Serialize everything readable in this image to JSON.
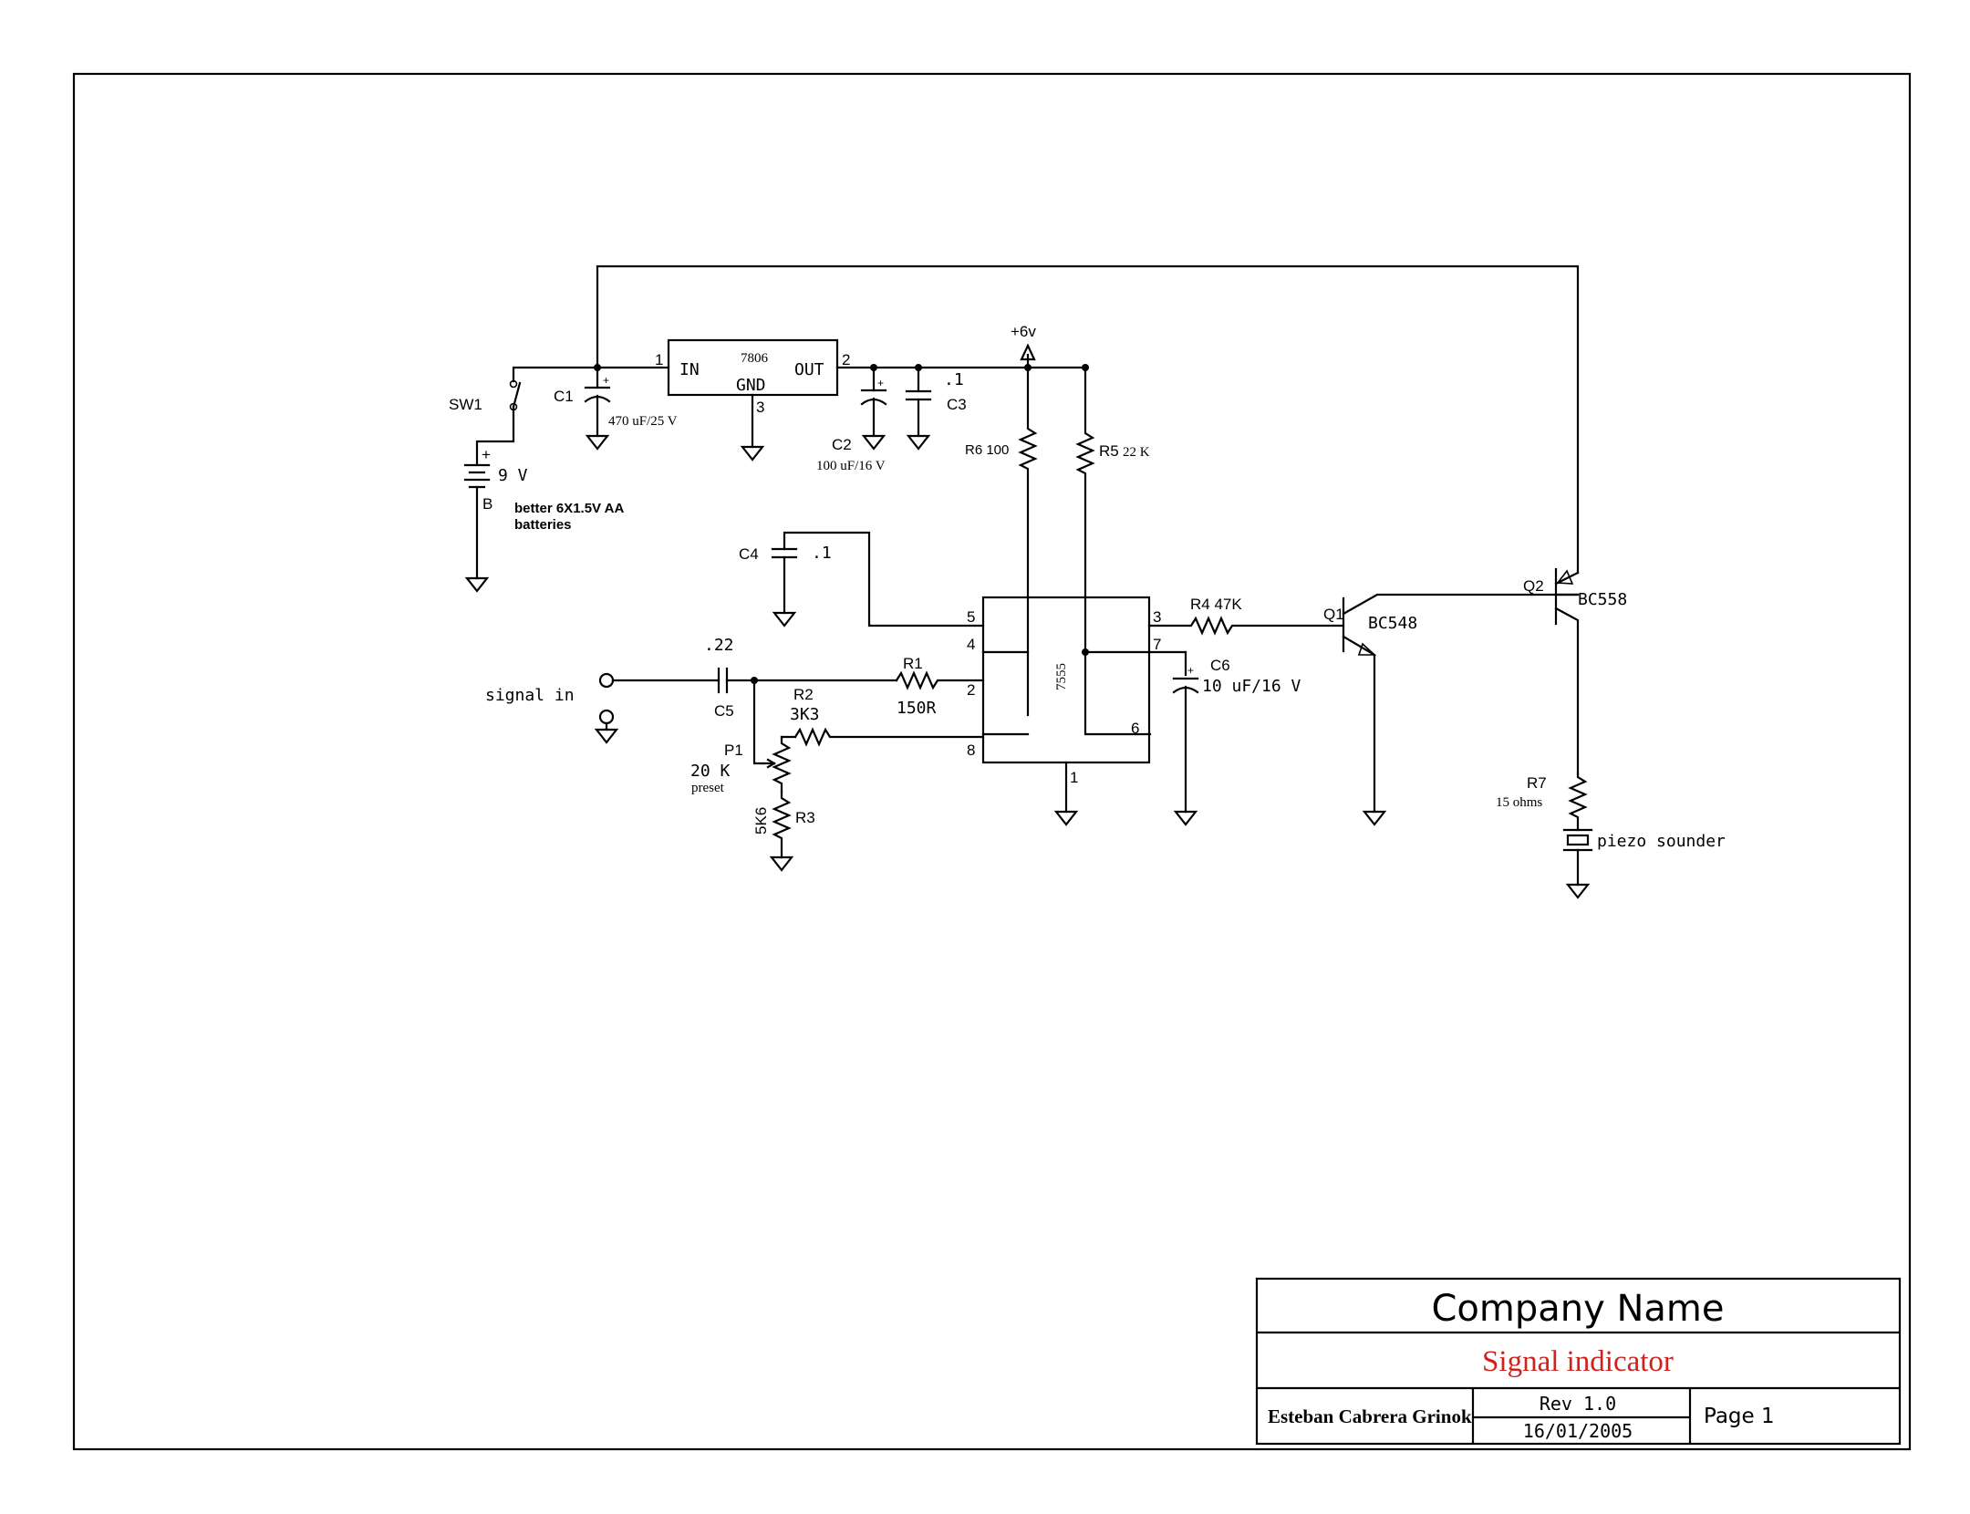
{
  "labels": {
    "sw1": "SW1",
    "battery_plus": "+",
    "battery_volts": "9 V",
    "battery_ref": "B",
    "battery_note_1": "better 6X1.5V AA",
    "battery_note_2": "batteries",
    "c1": "C1",
    "c1_value": "470 uF/25 V",
    "reg_part": "7806",
    "reg_in": "IN",
    "reg_gnd": "GND",
    "reg_out": "OUT",
    "reg_pin1": "1",
    "reg_pin2": "2",
    "reg_pin3": "3",
    "c2": "C2",
    "c2_value": "100 uF/16 V",
    "c3": "C3",
    "c3_value": ".1",
    "supply_6v": "+6v",
    "r6": "R6  100",
    "r5": "R5",
    "r5_value": "22 K",
    "c4": "C4",
    "c4_value": ".1",
    "c5": "C5",
    "c5_value": ".22",
    "signal_in": "signal in",
    "r1": "R1",
    "r1_value": "150R",
    "r2": "R2",
    "r2_value": "3K3",
    "p1": "P1",
    "p1_value": "20 K",
    "p1_note": "preset",
    "r3": "R3",
    "r3_value": "5K6",
    "ic_part": "7555",
    "ic_pin5": "5",
    "ic_pin4": "4",
    "ic_pin2": "2",
    "ic_pin8": "8",
    "ic_pin3": "3",
    "ic_pin7": "7",
    "ic_pin6": "6",
    "ic_pin1": "1",
    "r4": "R4 47K",
    "c6": "C6",
    "c6_value": "10 uF/16 V",
    "c6_plus": "+",
    "q1": "Q1",
    "q1_part": "BC548",
    "q2": "Q2",
    "q2_part": "BC558",
    "r7": "R7",
    "r7_value": "15 ohms",
    "piezo": "piezo sounder"
  },
  "title_block": {
    "company": "Company Name",
    "title": "Signal indicator",
    "author": "Esteban Cabrera Grinok",
    "revision": "Rev 1.0",
    "date": "16/01/2005",
    "page": "Page 1"
  },
  "colors": {
    "ink": "#000000",
    "title_red": "#d0211c",
    "paper": "#ffffff"
  }
}
